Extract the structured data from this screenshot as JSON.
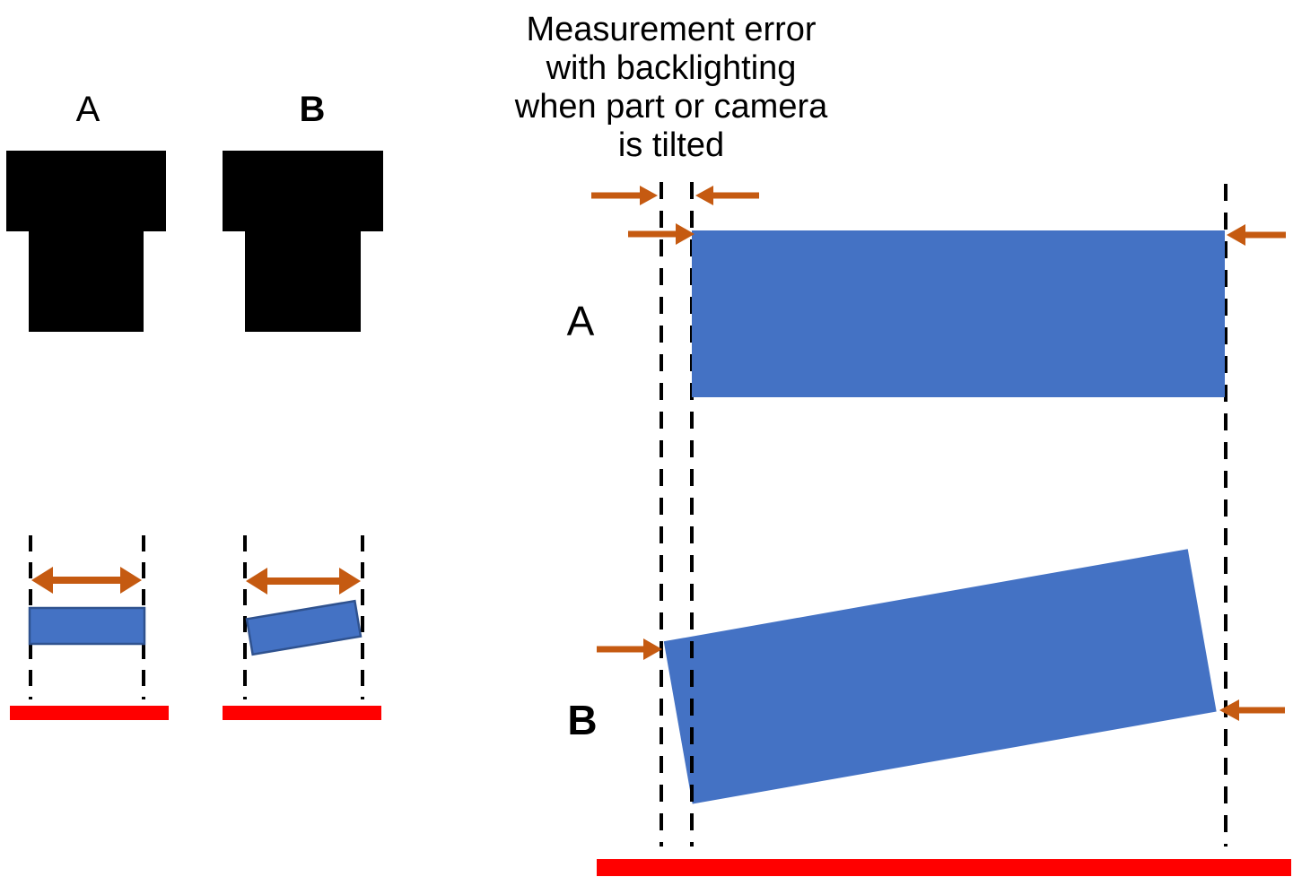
{
  "colors": {
    "blue-fill": "#4472C4",
    "blue-border": "#2F528F",
    "orange": "#C55A11",
    "red": "#FF0000",
    "ink": "#000000"
  },
  "title": {
    "lines": [
      "Measurement error",
      "with backlighting",
      "when part or camera",
      "is tilted"
    ]
  },
  "left_panel": {
    "part_a_label": "A",
    "part_b_label": "B"
  },
  "right_panel": {
    "row_a_label": "A",
    "row_b_label": "B"
  }
}
